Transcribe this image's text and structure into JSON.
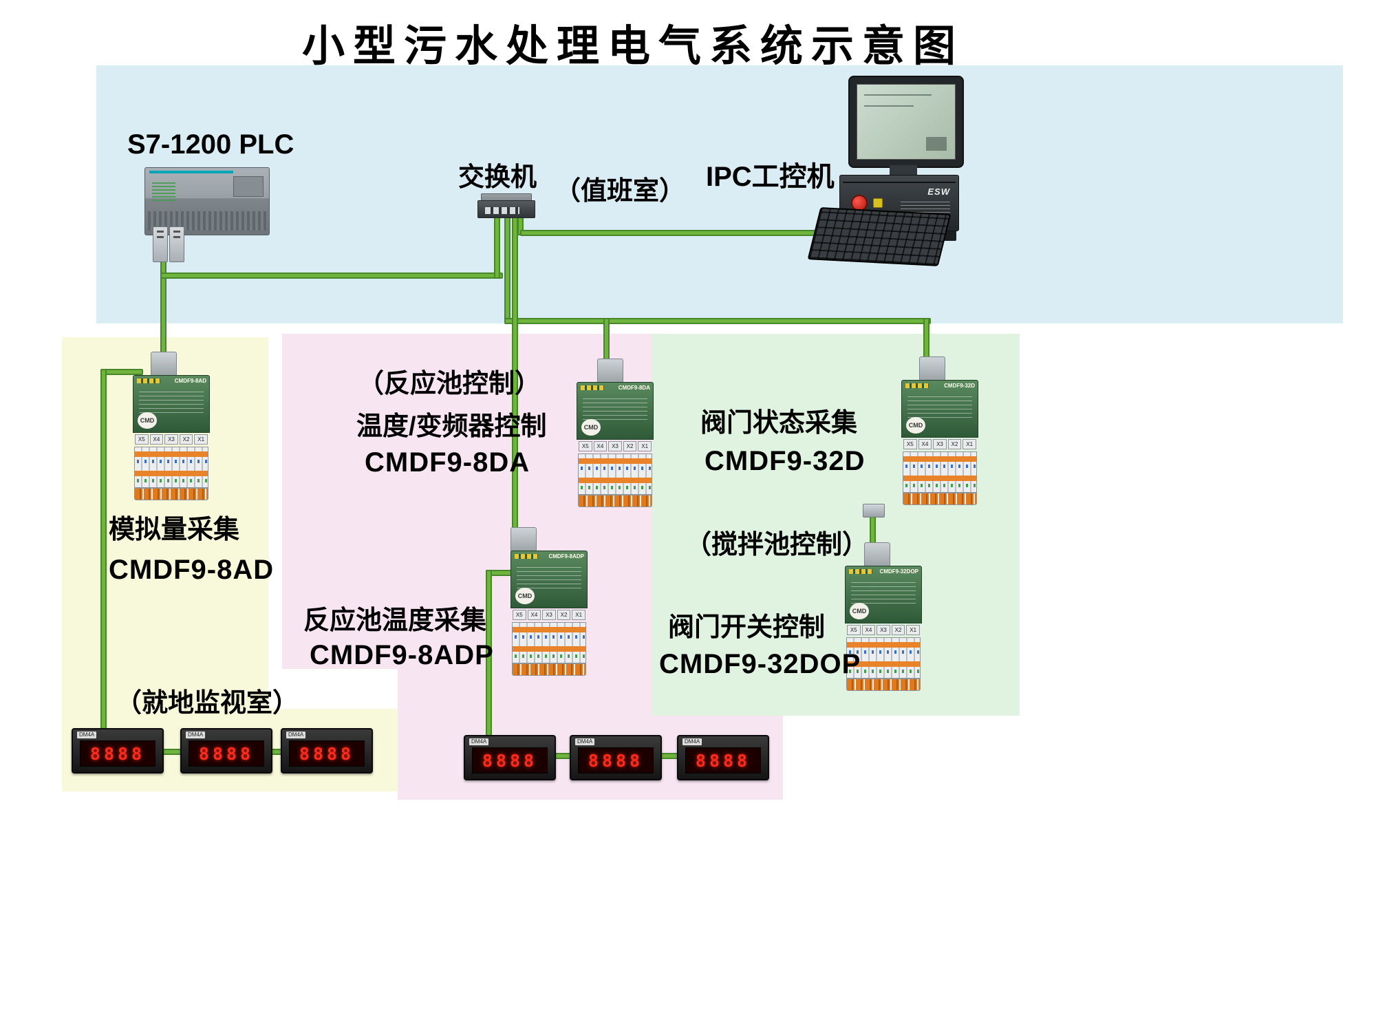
{
  "title": "小型污水处理电气系统示意图",
  "top_section": {
    "plc_label": "S7-1200  PLC",
    "switch_label": "交换机",
    "room_label": "（值班室）",
    "ipc_label": "IPC工控机",
    "ipc_chassis_text": "ESW"
  },
  "left_zone": {
    "function_label": "模拟量采集",
    "model_label": "CMDF9-8AD",
    "room_label": "（就地监视室）"
  },
  "middle_zone": {
    "control_label": "（反应池控制）",
    "function_label_top": "温度/变频器控制",
    "model_label_top": "CMDF9-8DA",
    "function_label_bottom": "反应池温度采集",
    "model_label_bottom": "CMDF9-8ADP"
  },
  "right_zone": {
    "function_label_top": "阀门状态采集",
    "model_label_top": "CMDF9-32D",
    "control_label": "（搅拌池控制）",
    "function_label_bottom": "阀门开关控制",
    "model_label_bottom": "CMDF9-32DOP"
  },
  "modules": [
    {
      "model": "CMDF9-8AD",
      "logo": "CMD",
      "terminals": [
        "X5",
        "X4",
        "X3",
        "X2",
        "X1"
      ]
    },
    {
      "model": "CMDF9-8DA",
      "logo": "CMD",
      "terminals": [
        "X5",
        "X4",
        "X3",
        "X2",
        "X1"
      ]
    },
    {
      "model": "CMDF9-8ADP",
      "logo": "CMD",
      "terminals": [
        "X5",
        "X4",
        "X3",
        "X2",
        "X1"
      ]
    },
    {
      "model": "CMDF9-32D",
      "logo": "CMD",
      "terminals": [
        "X5",
        "X4",
        "X3",
        "X2",
        "X1"
      ]
    },
    {
      "model": "CMDF9-32DOP",
      "logo": "CMD",
      "terminals": [
        "X5",
        "X4",
        "X3",
        "X2",
        "X1"
      ]
    }
  ],
  "meters": {
    "label": "DM4A",
    "display": "8888"
  },
  "colors": {
    "cable": "#6fb43c",
    "cable_edge": "#47862a",
    "region_blue": "#daecf4",
    "region_yellow": "#f8f8da",
    "region_pink": "#f8e5f2",
    "region_green": "#e0f3e0",
    "meter_digit": "#ff2a1a"
  }
}
